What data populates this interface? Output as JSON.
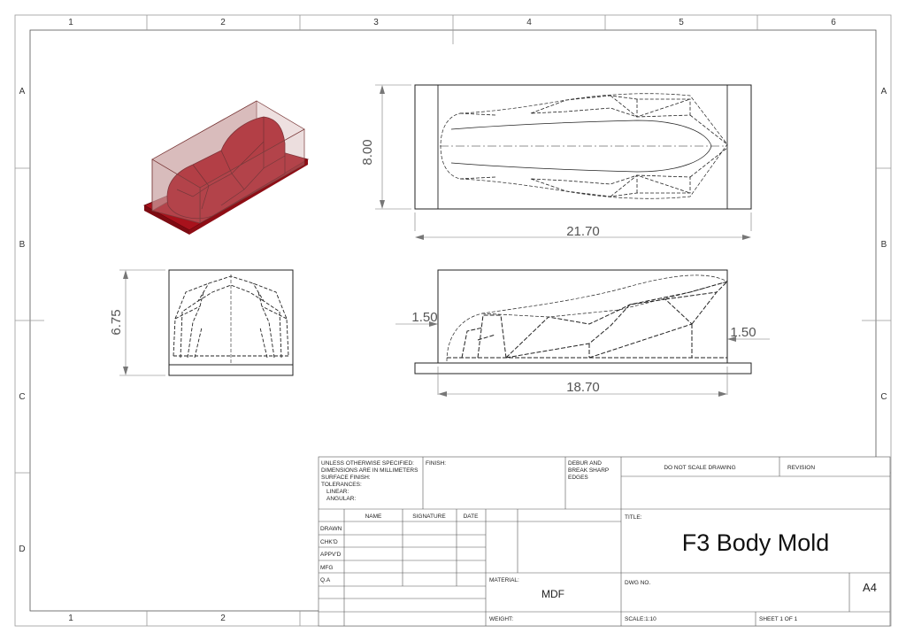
{
  "border": {
    "top_columns": [
      "1",
      "2",
      "3",
      "4",
      "5",
      "6"
    ],
    "bottom_columns": [
      "1",
      "2"
    ],
    "left_rows": [
      "A",
      "B",
      "C",
      "D"
    ],
    "right_rows": [
      "A",
      "B",
      "C"
    ]
  },
  "dimensions": {
    "top_height": "8.00",
    "top_width": "21.70",
    "side_height": "6.75",
    "front_left": "1.50",
    "front_right": "1.50",
    "front_width": "18.70"
  },
  "title_block": {
    "tolerance_notes": [
      "UNLESS OTHERWISE SPECIFIED:",
      "DIMENSIONS ARE IN MILLIMETERS",
      "SURFACE FINISH:",
      "TOLERANCES:",
      "LINEAR:",
      "ANGULAR:"
    ],
    "finish_label": "FINISH:",
    "debur_notes": [
      "DEBUR AND",
      "BREAK SHARP",
      "EDGES"
    ],
    "do_not_scale": "DO NOT SCALE DRAWING",
    "revision_label": "REVISION",
    "col_name": "NAME",
    "col_signature": "SIGNATURE",
    "col_date": "DATE",
    "rows": [
      "DRAWN",
      "CHK'D",
      "APPV'D",
      "MFG",
      "Q.A"
    ],
    "title_label": "TITLE:",
    "title": "F3 Body Mold",
    "material_label": "MATERIAL:",
    "material": "MDF",
    "dwg_no_label": "DWG NO.",
    "size": "A4",
    "weight_label": "WEIGHT:",
    "scale": "SCALE:1:10",
    "sheet": "SHEET 1 OF 1"
  },
  "colors": {
    "model_red": "#a8121c",
    "box_tint": "#c9a0a0",
    "line": "#222222"
  }
}
